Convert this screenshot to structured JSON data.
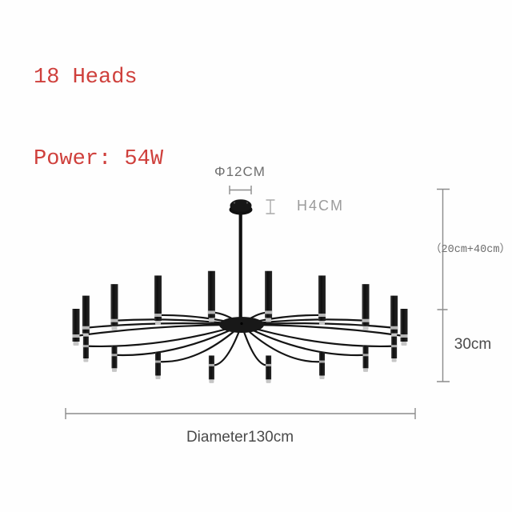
{
  "specs": {
    "heads": "18 Heads",
    "power": "Power: 54W"
  },
  "dimensions": {
    "canopy_diameter": "Φ12CM",
    "canopy_height": "H4CM",
    "rod_length": "（20cm+40cm）",
    "body_height": "30cm",
    "diameter": "Diameter130cm"
  },
  "diagram": {
    "heads_count": 18,
    "colors": {
      "fixture_black": "#141414",
      "silver": "#c6c6c6",
      "measure_gray": "#8c8c8c",
      "accent_red": "#cf403c"
    }
  }
}
